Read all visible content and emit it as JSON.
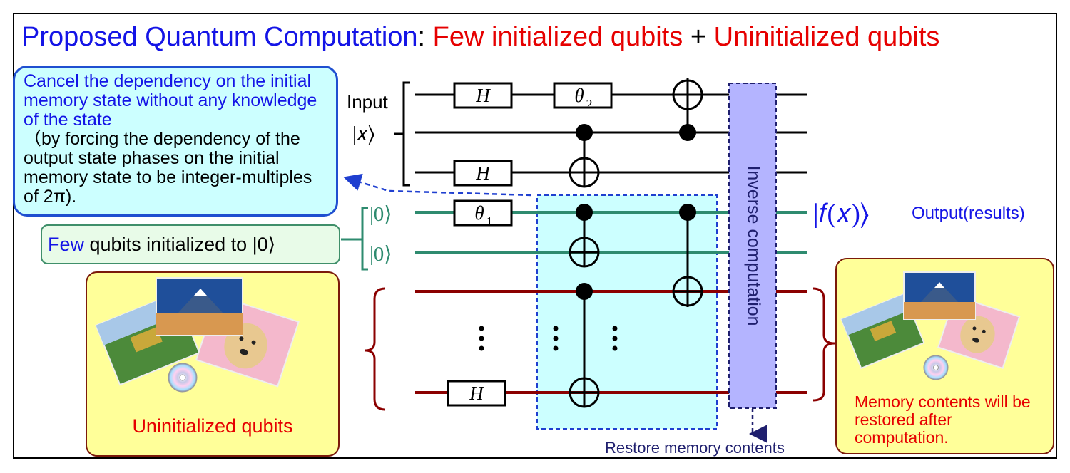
{
  "title": {
    "proposed": "Proposed Quantum Computation",
    "colon": ": ",
    "few": "Few initialized qubits",
    "plus": " + ",
    "uninit": "Uninitialized qubits"
  },
  "note": {
    "blue_text": "Cancel the dependency on the initial memory state without any knowledge of the state",
    "black_text": "（by forcing the dependency of the output state phases on the initial memory state to be integer-multiples of 2π)."
  },
  "few_box": {
    "few": "Few",
    "rest": " qubits initialized to |0⟩"
  },
  "ket_zero": "|0⟩",
  "input": {
    "label": "Input",
    "ket": "|𝑥⟩"
  },
  "gates": {
    "h": "H",
    "theta2": "θ",
    "theta2_sub": "2",
    "theta1": "θ",
    "theta1_sub": "1"
  },
  "inverse_label": "Inverse computation",
  "output": {
    "ket": "|𝑓(𝑥)⟩",
    "label": "Output(results)"
  },
  "restore_label": "Restore memory contents",
  "left_panel": {
    "label": "Uninitialized qubits"
  },
  "right_panel": {
    "label": "Memory contents will be restored after computation."
  },
  "colors": {
    "blue": "#1414e6",
    "red": "#e60000",
    "teal": "#2e8b6f",
    "darkred": "#8b0000",
    "cyan_fill": "#ccffff",
    "lavender": "#b4b4ff",
    "yellow": "#ffff99"
  }
}
